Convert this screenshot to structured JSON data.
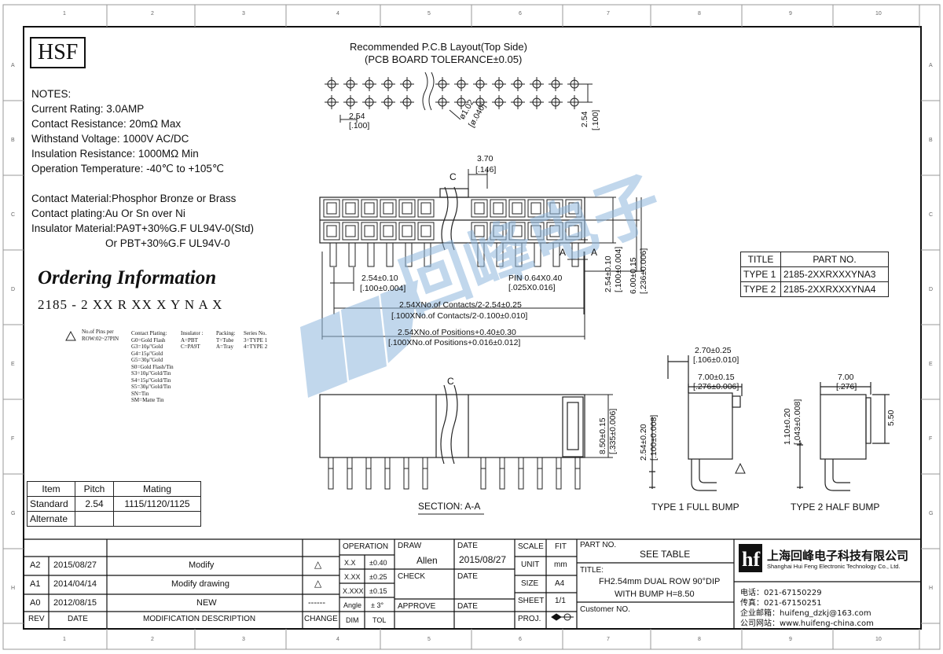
{
  "logo": "HSF",
  "pcb_layout": {
    "title": "Recommended P.C.B Layout(Top Side)",
    "tolerance": "(PCB BOARD TOLERANCE±0.05)",
    "pitch_h": "2.54",
    "pitch_h_in": "[.100]",
    "hole": "ø1.02",
    "hole_in": "[ø.040]",
    "pitch_v": "2.54",
    "pitch_v_in": "[.100]"
  },
  "notes": {
    "header": "NOTES:",
    "lines": [
      "Current Rating: 3.0AMP",
      "Contact Resistance: 20mΩ Max",
      "Withstand Voltage: 1000V AC/DC",
      "Insulation Resistance: 1000MΩ Min",
      "Operation Temperature: -40℃ to +105℃",
      "",
      "Contact Material:Phosphor Bronze or Brass",
      "Contact plating:Au Or Sn over Ni",
      "Insulator Material:PA9T+30%G.F UL94V-0(Std)",
      "Or PBT+30%G.F UL94V-0"
    ]
  },
  "ordering": {
    "title": "Ordering Information",
    "code": "2185 - 2 XX  R  XX  X Y N  A  X",
    "pins_note": "No.of Pins per ROW:02~27PIN",
    "plating_title": "Contact Plating:",
    "plating": [
      "G0=Gold Flash",
      "G3=10μ\"Gold",
      "G4=15μ\"Gold",
      "G5=30μ\"Gold",
      "S0=Gold Flash/Tin",
      "S3=10μ\"Gold/Tin",
      "S4=15μ\"Gold/Tin",
      "S5=30μ\"Gold/Tin",
      "SN=Tin",
      "SM=Matte Tin"
    ],
    "insulator_title": "Insulator :",
    "insulator": [
      "A=PBT",
      "C=PA9T"
    ],
    "packing_title": "Packing:",
    "packing": [
      "T=Tube",
      "A=Tray"
    ],
    "series_title": "Series No.",
    "series": [
      "3=TYPE 1",
      "4=TYPE 2"
    ]
  },
  "front_view": {
    "dim_370": "3.70",
    "dim_370_in": "[.146]",
    "c_label": "C",
    "a_label": "A",
    "dim_254": "2.54±0.10",
    "dim_254_in": "[.100±0.004]",
    "pin": "PIN 0.64X0.40",
    "pin_in": "[.025X0.016]",
    "dim_contacts": "2.54XNo.of Contacts/2-2.54±0.25",
    "dim_contacts_in": "[.100XNo.of Contacts/2-0.100±0.010]",
    "dim_positions": "2.54XNo.of Positions+0.40±0.30",
    "dim_positions_in": "[.100XNo.of Positions+0.016±0.012]",
    "dim_h1": "2.54±0.10",
    "dim_h1_in": "[.100±0.004]",
    "dim_h2": "6.00±0.15",
    "dim_h2_in": "[.236±0.006]"
  },
  "section": {
    "c_label": "C",
    "label": "SECTION: A-A",
    "dim_h": "8.50±0.15",
    "dim_h_in": "[.335±0.006]"
  },
  "part_table": {
    "headers": [
      "TITLE",
      "PART NO."
    ],
    "rows": [
      [
        "TYPE 1",
        "2185-2XXRXXXYNA3"
      ],
      [
        "TYPE 2",
        "2185-2XXRXXXYNA4"
      ]
    ]
  },
  "type1": {
    "label": "TYPE 1 FULL BUMP",
    "dim_a": "2.70±0.25",
    "dim_a_in": "[.106±0.010]",
    "dim_b": "7.00±0.15",
    "dim_b_in": "[.276±0.006]",
    "dim_c": "2.54±0.20",
    "dim_c_in": "[.100±0.008]"
  },
  "type2": {
    "label": "TYPE 2 HALF BUMP",
    "dim_a": "7.00",
    "dim_a_in": "[.276]",
    "dim_b": "5.50",
    "dim_c": "1.10±0.20",
    "dim_c_in": "[.043±0.008]"
  },
  "pitch_table": {
    "headers": [
      "Item",
      "Pitch",
      "Mating"
    ],
    "rows": [
      [
        "Standard",
        "2.54",
        "1115/1120/1125"
      ],
      [
        "Alternate",
        "",
        ""
      ]
    ]
  },
  "revisions": {
    "rows": [
      [
        "A2",
        "2015/08/27",
        "Modify",
        "△"
      ],
      [
        "A1",
        "2014/04/14",
        "Modify drawing",
        "△"
      ],
      [
        "A0",
        "2012/08/15",
        "NEW",
        "------"
      ]
    ],
    "headers": [
      "REV",
      "DATE",
      "MODIFICATION DESCRIPTION",
      "CHANGE"
    ]
  },
  "tolerance": {
    "header": "OPERATION",
    "rows": [
      [
        "X.X",
        "±0.40"
      ],
      [
        "X.XX",
        "±0.25"
      ],
      [
        "X.XXX",
        "±0.15"
      ],
      [
        "Angle",
        "± 3°"
      ]
    ],
    "footer": [
      "DIM",
      "TOL"
    ]
  },
  "signoff": {
    "draw_label": "DRAW",
    "draw_name": "Allen",
    "date_label": "DATE",
    "date_value": "2015/08/27",
    "check_label": "CHECK",
    "approve_label": "APPROVE"
  },
  "meta": {
    "scale_label": "SCALE",
    "scale_value": "FIT",
    "unit_label": "UNIT",
    "unit_value": "mm",
    "size_label": "SIZE",
    "size_value": "A4",
    "sheet_label": "SHEET",
    "sheet_value": "1/1",
    "proj_label": "PROJ."
  },
  "title_block": {
    "partno_label": "PART NO.",
    "partno_value": "SEE TABLE",
    "title_label": "TITLE:",
    "title_line1": "FH2.54mm  DUAL ROW 90°DIP",
    "title_line2": "WITH BUMP H=8.50",
    "customer_label": "Customer NO."
  },
  "company": {
    "cn_name": "上海回峰电子科技有限公司",
    "en_name": "Shanghai Hui Feng Electronic Technology Co., Ltd.",
    "tel": "电话：021-67150229",
    "fax": "传真：021-67150251",
    "email": "企业邮箱：huifeng_dzkj@163.com",
    "web": "公司网站：www.huifeng-china.com"
  },
  "watermark": "回峰电子",
  "frame_top": [
    "1",
    "2",
    "3",
    "4",
    "5",
    "6",
    "7",
    "8",
    "9",
    "10"
  ],
  "frame_side": [
    "A",
    "B",
    "C",
    "D",
    "E",
    "F",
    "G",
    "H"
  ]
}
